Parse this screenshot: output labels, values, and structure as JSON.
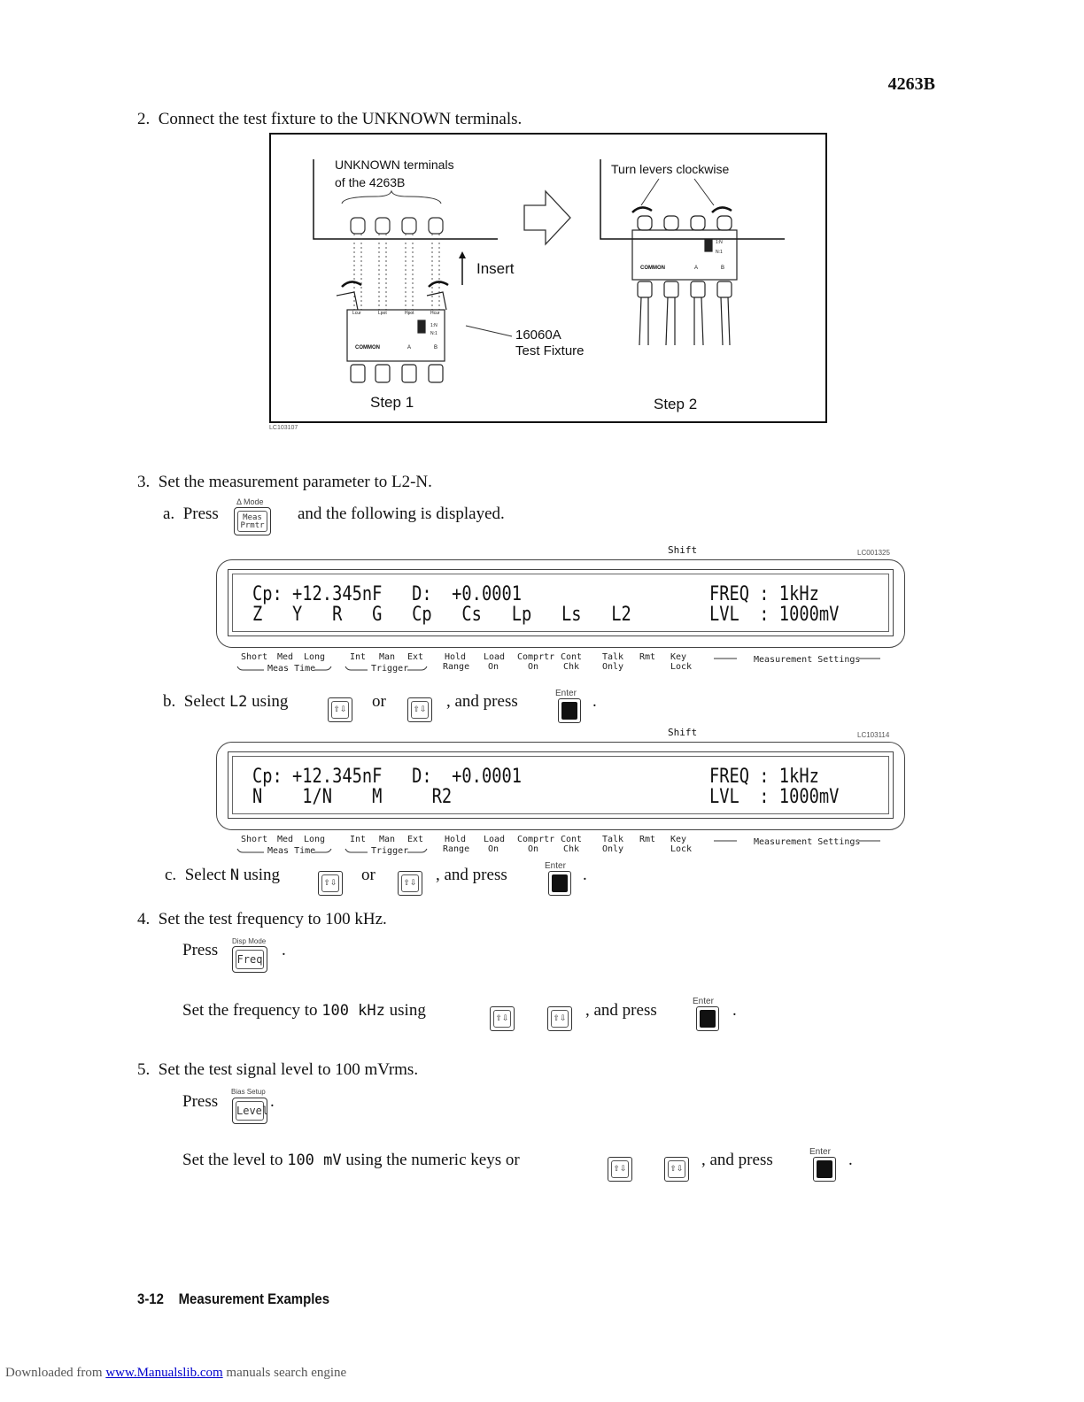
{
  "header": {
    "model": "4263B"
  },
  "steps": {
    "s2": {
      "num": "2.",
      "text": "Connect the test fixture to the UNKNOWN terminals."
    },
    "s3": {
      "num": "3.",
      "text": "Set the measurement parameter to L2-N."
    },
    "s3a": {
      "num": "a.",
      "text_pre": "Press",
      "text_post": "and the following is displayed."
    },
    "s3b": {
      "num": "b.",
      "text_pre": "Select",
      "code": "L2",
      "text_mid": "using",
      "or": "or",
      "text_post": ", and press",
      "dot": "."
    },
    "s3c": {
      "num": "c.",
      "text_pre": "Select",
      "code": "N",
      "text_mid": "using",
      "or": "or",
      "text_post": ", and press",
      "dot": "."
    },
    "s4": {
      "num": "4.",
      "text": "Set the test frequency to 100 kHz."
    },
    "s4press": {
      "text": "Press",
      "dot": "."
    },
    "s4set": {
      "text_pre": "Set the frequency to",
      "code": "100 kHz",
      "text_mid": "using",
      "text_post": ", and press",
      "dot": "."
    },
    "s5": {
      "num": "5.",
      "text": "Set the test signal level to 100 mVrms."
    },
    "s5press": {
      "text": "Press",
      "dot": "."
    },
    "s5set": {
      "text_pre": "Set the level to",
      "code": "100 mV",
      "text_mid": "using the numeric keys or",
      "text_post": ", and press",
      "dot": "."
    }
  },
  "figure": {
    "unknown_label_1": "UNKNOWN terminals",
    "unknown_label_2": "of the 4263B",
    "turn_levers": "Turn levers clockwise",
    "insert": "Insert",
    "fixture_1": "16060A",
    "fixture_2": "Test Fixture",
    "step1": "Step 1",
    "step2": "Step 2",
    "common": "COMMON",
    "a": "A",
    "b": "B",
    "terminals": [
      "Lcur",
      "Lpot",
      "Hpot",
      "Hcur"
    ],
    "switch_1": "1:N",
    "switch_2": "N:1",
    "code": "LC103107"
  },
  "keys": {
    "meas": {
      "cap": "Δ Mode",
      "line1": "Meas",
      "line2": "Prmtr"
    },
    "freq": {
      "cap": "Disp Mode",
      "label": "Freq"
    },
    "level": {
      "cap": "Bias Setup",
      "label": "Level"
    },
    "enter": "Enter",
    "arrow": "⇧⇩"
  },
  "lcd1": {
    "shift": "Shift",
    "code": "LC001325",
    "row1_left": "Cp: +12.345nF   D:  +0.0001",
    "row1_right": "FREQ : 1kHz",
    "row2_left": "Z   Y   R   G   Cp   Cs   Lp   Ls   L2",
    "row2_right": "LVL  : 1000mV"
  },
  "lcd2": {
    "shift": "Shift",
    "code": "LC103114",
    "row1_left": "Cp: +12.345nF   D:  +0.0001",
    "row1_right": "FREQ : 1kHz",
    "row2_left": "N    1/N    M     R2",
    "row2_right": "LVL  : 1000mV"
  },
  "annunciators": {
    "short": "Short",
    "med": "Med",
    "long": "Long",
    "meas_time": "Meas Time",
    "int": "Int",
    "man": "Man",
    "ext": "Ext",
    "trigger": "Trigger",
    "hold": "Hold",
    "range": "Range",
    "load": "Load",
    "on1": "On",
    "comprtr": "Comprtr",
    "on2": "On",
    "cont": "Cont",
    "chk": "Chk",
    "talk": "Talk",
    "only": "Only",
    "rmt": "Rmt",
    "key": "Key",
    "lock": "Lock",
    "meas_settings": "Measurement Settings"
  },
  "footer": {
    "page": "3-12",
    "section": "Measurement Examples",
    "download_pre": "Downloaded from",
    "download_link": "www.Manualslib.com",
    "download_post": "manuals search engine"
  }
}
